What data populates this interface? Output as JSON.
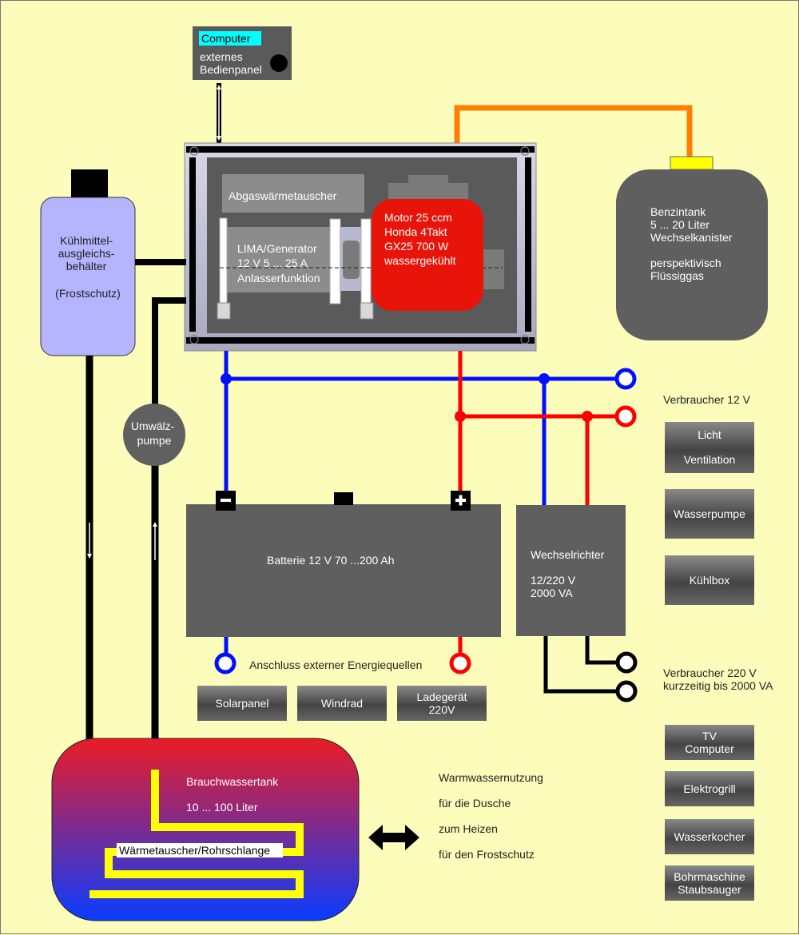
{
  "computer_panel": {
    "tag": "Computer",
    "line1": "externes",
    "line2": "Bedienpanel"
  },
  "engine": {
    "heat_exchanger": "Abgaswärmetauscher",
    "lima": [
      "LIMA/Generator",
      "12 V   5 ... 25 A",
      "Anlasserfunktion"
    ],
    "motor": [
      "Motor 25 ccm",
      "Honda 4Takt",
      "GX25 700 W",
      "wassergekühlt"
    ]
  },
  "coolant_tank": [
    "Kühlmittel-",
    "ausgleichs-",
    "behälter",
    "",
    "(Frostschutz)"
  ],
  "pump": [
    "Umwälz-",
    "pumpe"
  ],
  "fuel_tank": [
    "Benzintank",
    "5 ... 20 Liter",
    "Wechselkanister",
    "",
    "perspektivisch",
    "Flüssiggas"
  ],
  "battery": {
    "label": "Batterie 12 V     70 ...200 Ah",
    "minus": "−",
    "plus": "+"
  },
  "inverter": [
    "Wechselrichter",
    "",
    "12/220 V",
    "2000 VA"
  ],
  "consumers_12v": {
    "title": "Verbraucher 12 V",
    "items": [
      [
        "Licht",
        "Ventilation"
      ],
      [
        "Wasserpumpe"
      ],
      [
        "Kühlbox"
      ]
    ]
  },
  "consumers_220v": {
    "title1": "Verbraucher 220 V",
    "title2": "kurzzeitig bis 2000 VA",
    "items": [
      [
        "TV",
        "Computer"
      ],
      [
        "Elektrogrill"
      ],
      [
        "Wasserkocher"
      ],
      [
        "Bohrmaschine",
        "Staubsauger"
      ]
    ]
  },
  "external": {
    "title": "Anschluss externer Energiequellen",
    "items": [
      [
        "Solarpanel"
      ],
      [
        "Windrad"
      ],
      [
        "Ladegerät",
        "220V"
      ]
    ]
  },
  "hot_water_tank": {
    "title": "Brauchwassertank",
    "volume": "10 ... 100 Liter",
    "coil": "Wärmetauscher/Rohrschlange"
  },
  "usage": [
    "Warmwassernutzung",
    "für die Dusche",
    "zum Heizen",
    "für den Frostschutz"
  ],
  "colors": {
    "background": "#fdfdbb",
    "blue_wire": "#0010ff",
    "red_wire": "#ff0000",
    "orange_fuel": "#ff8000",
    "coolant": "#b4b4ff",
    "motor": "#e8140a",
    "yellow_pipe": "#ffff00"
  }
}
